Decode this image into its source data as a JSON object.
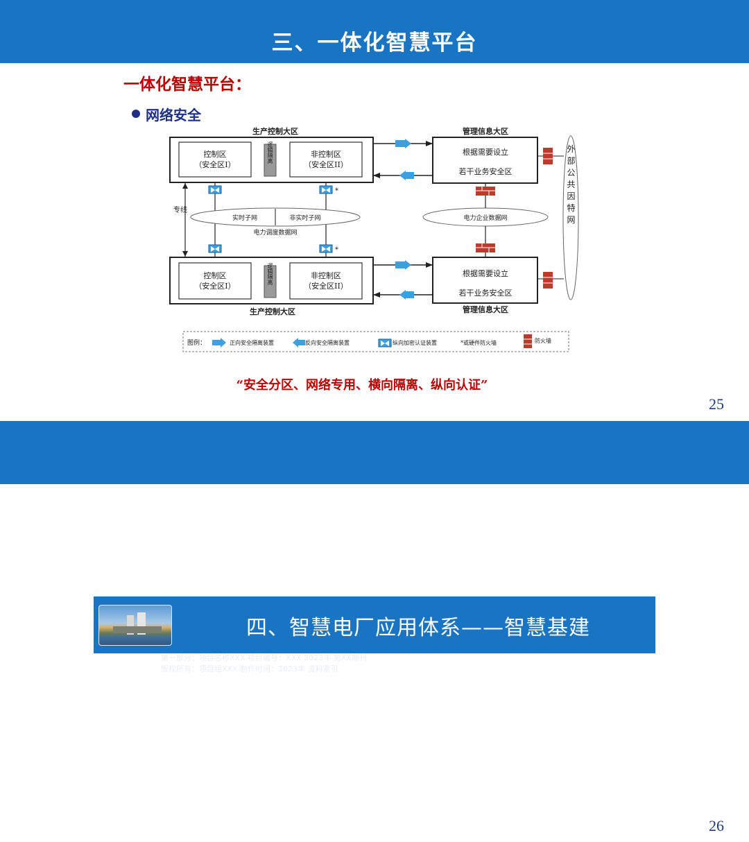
{
  "slide25": {
    "banner_title": "三、一体化智慧平台",
    "subtitle": "一体化智慧平台：",
    "bullet": "网络安全",
    "quote": "“安全分区、网络专用、横向隔离、纵向认证”",
    "page_number": "25",
    "diagram": {
      "top_region_label": "生产控制大区",
      "bottom_region_label": "生产控制大区",
      "mgmt_top_label": "管理信息大区",
      "mgmt_bottom_label": "管理信息大区",
      "control_zone": "控制区",
      "safety_zone_1": "（安全区I）",
      "noncontrol_zone": "非控制区",
      "safety_zone_2": "（安全区II）",
      "logic_isolation": "逻辑隔离",
      "mgmt_line1": "根据需要设立",
      "mgmt_line2": "若干业务安全区",
      "dedicated_line": "专线",
      "realtime_subnet": "实时子网",
      "nonrealtime_subnet": "非实时子网",
      "dispatch_network": "电力调度数据网",
      "enterprise_network": "电力企业数据网",
      "public_internet": "外部公共因特网",
      "legend": {
        "label": "图例：",
        "forward": "正向安全隔离装置",
        "reverse": "反向安全隔离装置",
        "encryption": "纵向加密认证装置",
        "hw_firewall": "*或硬件防火墙",
        "firewall": "防火墙"
      }
    }
  },
  "slide26": {
    "title": "四、智慧电厂应用体系——智慧基建",
    "faint_line1": "第一部分：项目名称XXX  项目编号：XXX  2023年  第XX期刊",
    "faint_line2": "版权所有：项目组XXX  制作时间：2023年  资料索引",
    "page_number": "26"
  },
  "colors": {
    "banner_blue": "#1a74c4",
    "title_red": "#c00000",
    "bullet_navy": "#1f2f8a",
    "arrow_blue": "#3aa0e0",
    "firewall_red": "#c0392b"
  }
}
